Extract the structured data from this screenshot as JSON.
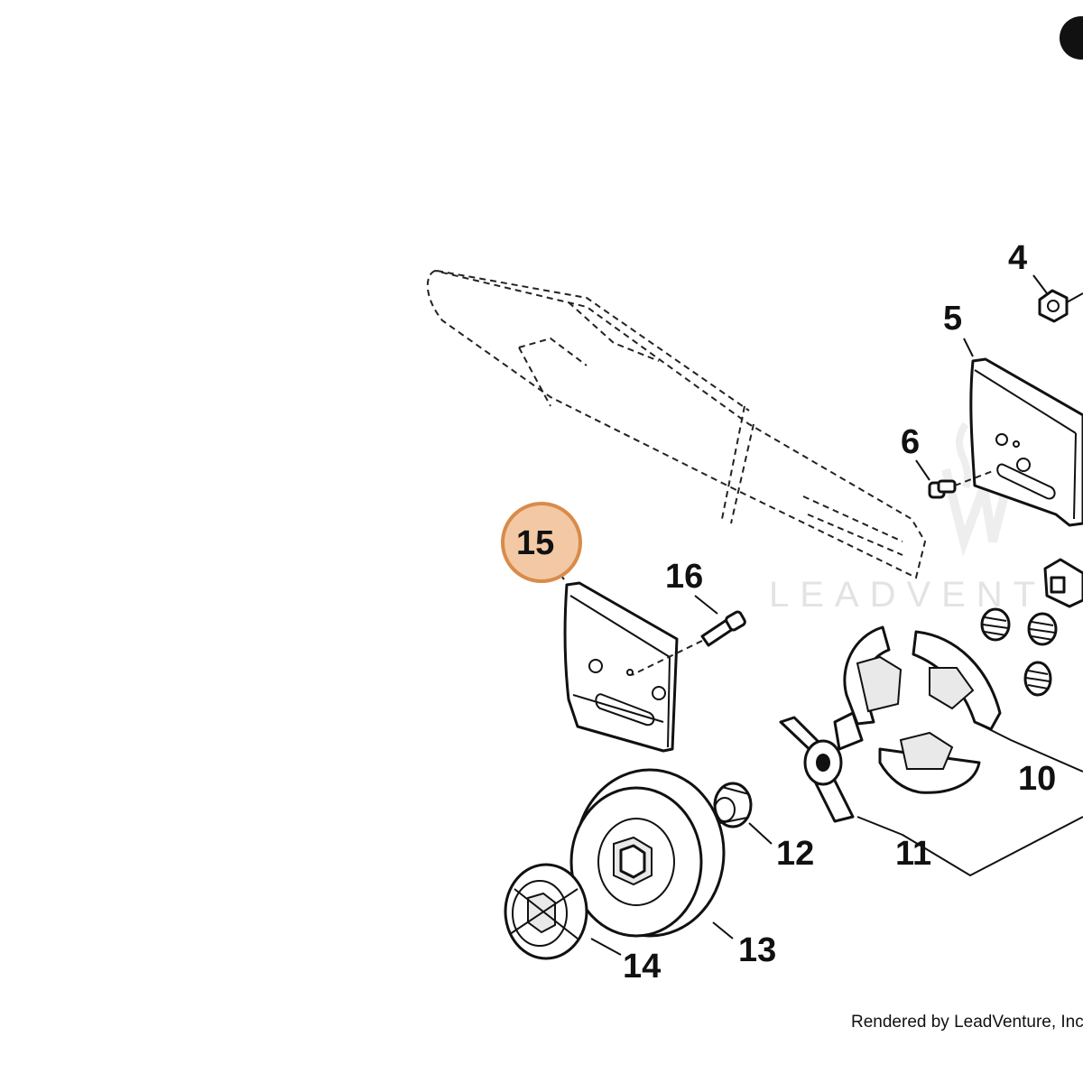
{
  "callouts": {
    "c4": "4",
    "c5": "5",
    "c6": "6",
    "c10": "10",
    "c11": "11",
    "c12": "12",
    "c13": "13",
    "c14": "14",
    "c15": "15",
    "c16": "16"
  },
  "highlight": {
    "label": "15",
    "fill": "#f2c9a4",
    "stroke": "#d98b4a"
  },
  "watermark": "LEADVENT",
  "credit": "Rendered by LeadVenture, Inc."
}
